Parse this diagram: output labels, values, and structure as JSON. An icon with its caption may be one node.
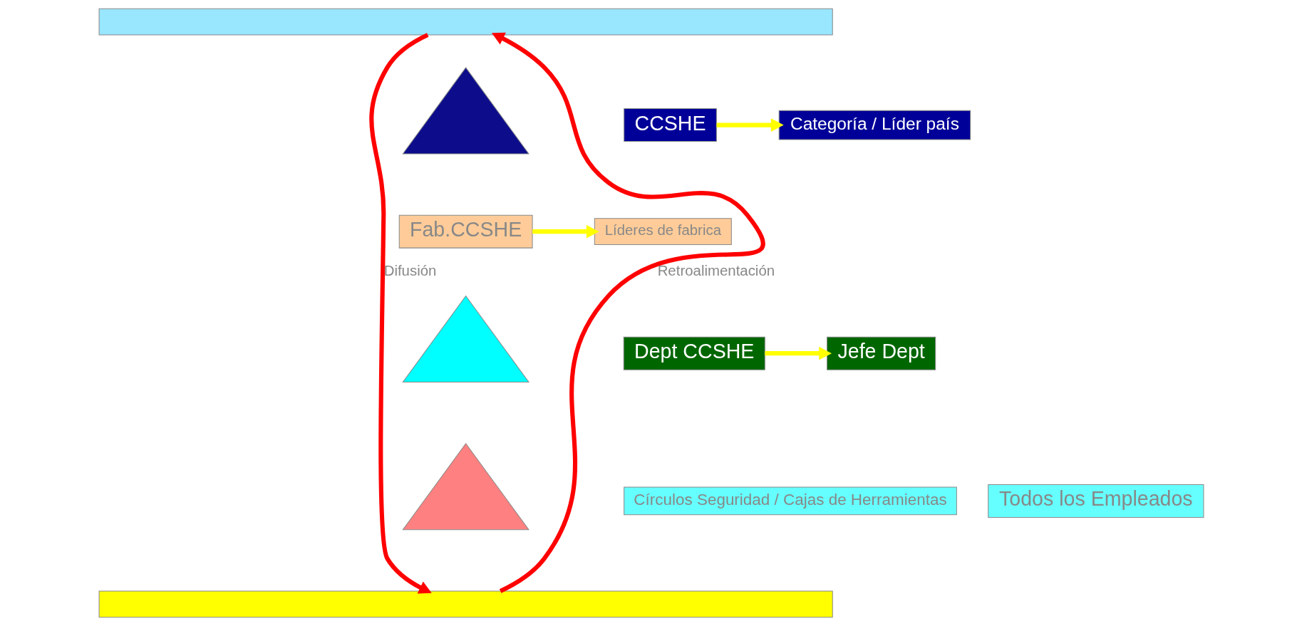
{
  "diagram": {
    "nodes": [
      {
        "text": [],
        "shape": "bar"
      },
      {
        "text": [],
        "shape": "bar"
      },
      {
        "text": [],
        "shape": "triangle"
      },
      {
        "text": [],
        "shape": "triangle"
      },
      {
        "text": [],
        "shape": "triangle"
      },
      {
        "text": [
          "CCSHE"
        ]
      },
      {
        "text": [
          "Categoría / Líder país"
        ]
      },
      {
        "text": [
          "Fab.CCSHE"
        ]
      },
      {
        "text": [
          "Líderes de fabrica"
        ]
      },
      {
        "text": [
          "Dept CCSHE"
        ]
      },
      {
        "text": [
          "Jefe Dept"
        ]
      },
      {
        "text": [
          "Círculos Seguridad / Cajas de Herramientas"
        ]
      },
      {
        "text": [
          "Todos los Empleados"
        ]
      }
    ],
    "edges": [
      {
        "from": 1,
        "to": 0,
        "arrow": "to",
        "label": "Retroalimentación",
        "color": "#ff0000"
      },
      {
        "from": 0,
        "to": 1,
        "arrow": "to",
        "label": "Difusión",
        "color": "#ff0000"
      },
      {
        "from": 5,
        "to": 6,
        "arrow": "to",
        "color": "#ffff00"
      },
      {
        "from": 7,
        "to": 8,
        "arrow": "to",
        "color": "#ffff00"
      },
      {
        "from": 9,
        "to": 10,
        "arrow": "to",
        "color": "#ffff00"
      }
    ]
  }
}
